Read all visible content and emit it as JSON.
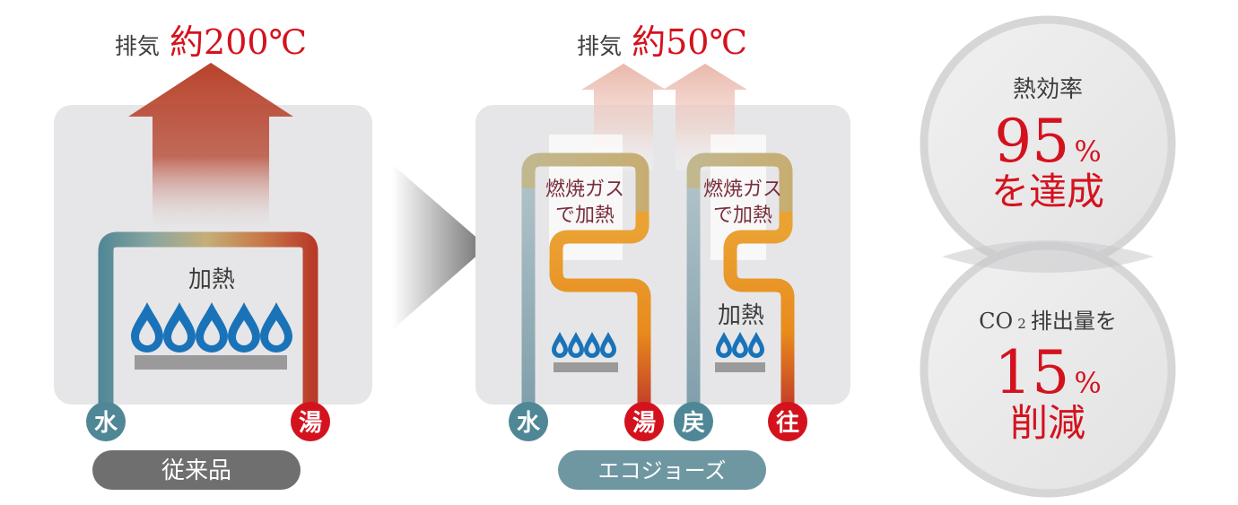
{
  "colors": {
    "red": "#d4121e",
    "teal": "#4f8796",
    "flame": "#1a73b8",
    "box": "#e6e6e8",
    "circle": "#e9e9ea",
    "burner": "#9a9a9a"
  },
  "conventional": {
    "exhaust_label": "排気",
    "exhaust_temp": "約200℃",
    "heat_label": "加熱",
    "water_in": "水",
    "hot_out": "湯",
    "product_name": "従来品"
  },
  "ecojozu": {
    "exhaust_label": "排気",
    "exhaust_temp": "約50℃",
    "gas_heat_line1": "燃焼ガス",
    "gas_heat_line2": "で加熱",
    "gas_heat_line1_b": "燃焼ガス",
    "gas_heat_line2_b": "で加熱",
    "heat_label": "加熱",
    "water_in": "水",
    "hot_out": "湯",
    "return_in": "戻",
    "supply_out": "往",
    "product_name": "エコジョーズ"
  },
  "efficiency": {
    "label": "熱効率",
    "value": "95",
    "unit": "%",
    "suffix": "を達成"
  },
  "co2": {
    "label_pre": "CO",
    "label_sub": "2",
    "label_post": "排出量を",
    "value": "15",
    "unit": "%",
    "suffix": "削減"
  }
}
